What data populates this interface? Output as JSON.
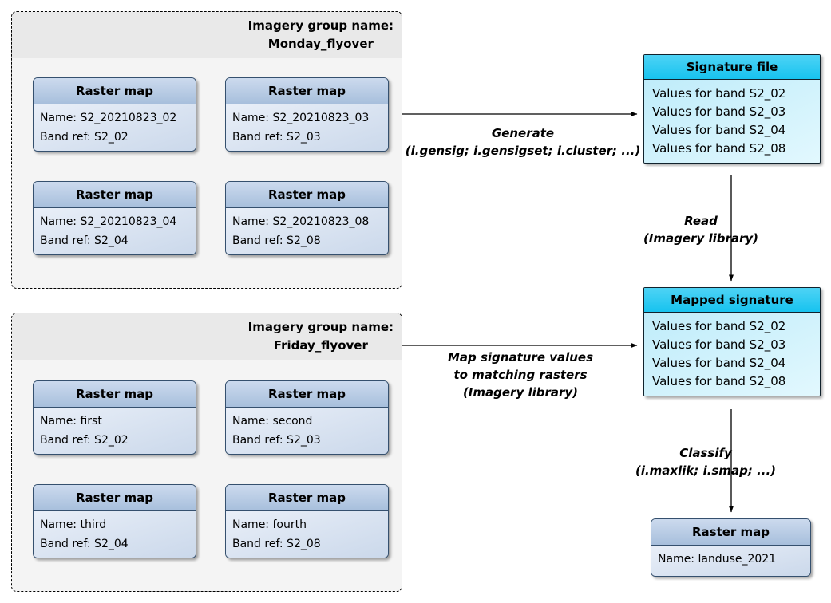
{
  "groups": [
    {
      "title_line1": "Imagery group name:",
      "title_line2": "Monday_flyover",
      "rasters": [
        {
          "header": "Raster map",
          "name": "Name: S2_20210823_02",
          "band": "Band ref: S2_02"
        },
        {
          "header": "Raster map",
          "name": "Name: S2_20210823_03",
          "band": "Band ref: S2_03"
        },
        {
          "header": "Raster map",
          "name": "Name: S2_20210823_04",
          "band": "Band ref: S2_04"
        },
        {
          "header": "Raster map",
          "name": "Name: S2_20210823_08",
          "band": "Band ref: S2_08"
        }
      ]
    },
    {
      "title_line1": "Imagery group name:",
      "title_line2": "Friday_flyover",
      "rasters": [
        {
          "header": "Raster map",
          "name": "Name: first",
          "band": "Band ref: S2_02"
        },
        {
          "header": "Raster map",
          "name": "Name: second",
          "band": "Band ref: S2_03"
        },
        {
          "header": "Raster map",
          "name": "Name: third",
          "band": "Band ref: S2_04"
        },
        {
          "header": "Raster map",
          "name": "Name: fourth",
          "band": "Band ref: S2_08"
        }
      ]
    }
  ],
  "signature_file": {
    "title": "Signature file",
    "values": [
      "Values for band S2_02",
      "Values for band S2_03",
      "Values for band S2_04",
      "Values for band S2_08"
    ]
  },
  "mapped_signature": {
    "title": "Mapped signature",
    "values": [
      "Values for band S2_02",
      "Values for band S2_03",
      "Values for band S2_04",
      "Values for band S2_08"
    ]
  },
  "output_raster": {
    "header": "Raster map",
    "name": "Name: landuse_2021"
  },
  "labels": {
    "generate": [
      "Generate",
      "(i.gensig; i.gensigset; i.cluster; ...)"
    ],
    "read": [
      "Read",
      "(Imagery library)"
    ],
    "map": [
      "Map signature values",
      "to matching rasters",
      "(Imagery library)"
    ],
    "classify": [
      "Classify",
      "(i.maxlik; i.smap; ...)"
    ]
  },
  "colors": {
    "cyan_header": "#17c3ef",
    "cyan_body": "#cdeffb",
    "blue_header": "#b4c7e0",
    "blue_body": "#d8e2f0",
    "group_bg": "#f4f4f4",
    "group_band_bg": "#e9e9e9"
  }
}
